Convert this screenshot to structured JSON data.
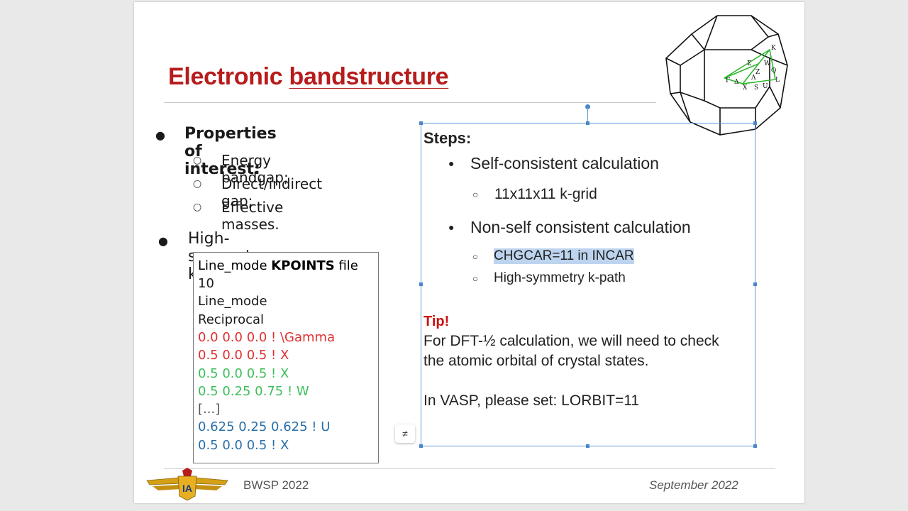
{
  "slide": {
    "title_word1": "Electronic",
    "title_word2": "bandstructure"
  },
  "left": {
    "bullet1": "Properties of interest:",
    "sub1": "Energy bandgap;",
    "sub2": "Direct/indirect gap;",
    "sub3": "Effective masses.",
    "bullet2": "High-symmetry k-path:"
  },
  "kpoints": {
    "line1_pre": "Line_mode ",
    "line1_bold": "KPOINTS",
    "line1_post": " file",
    "lines": [
      {
        "text": "10",
        "color": "#1a1a1a"
      },
      {
        "text": "Line_mode",
        "color": "#1a1a1a"
      },
      {
        "text": "Reciprocal",
        "color": "#1a1a1a"
      },
      {
        "text": "0.0 0.0 0.0 ! \\Gamma",
        "color": "#e03030"
      },
      {
        "text": "0.5 0.0 0.5 ! X",
        "color": "#e03030"
      },
      {
        "text": "0.5 0.0 0.5 ! X",
        "color": "#3cbf5a"
      },
      {
        "text": "0.5 0.25 0.75 ! W",
        "color": "#3cbf5a"
      },
      {
        "text": "[...]",
        "color": "#555555"
      },
      {
        "text": "0.625 0.25 0.625 ! U",
        "color": "#2a6fa8"
      },
      {
        "text": "0.5 0.0 0.5 ! X",
        "color": "#2a6fa8"
      }
    ]
  },
  "steps": {
    "heading": "Steps:",
    "item1": "Self-consistent calculation",
    "item1_sub": "11x11x11 k-grid",
    "item2": "Non-self consistent calculation",
    "item2_sub1": "CHGCAR=11 in INCAR",
    "item2_sub2": "High-symmetry k-path",
    "tip_label": "Tip!",
    "tip_line1": "For DFT-½ calculation, we will need to check",
    "tip_line2": "the atomic orbital of crystal states.",
    "tip_line3": "In VASP, please set: LORBIT=11"
  },
  "brillouin_labels": [
    "K",
    "W",
    "Q",
    "L",
    "U",
    "S",
    "X",
    "Σ",
    "Δ",
    "Λ",
    "Γ",
    "Z"
  ],
  "footer": {
    "left": "BWSP 2022",
    "right": "September 2022"
  },
  "colors": {
    "title": "#b71c1c",
    "selection_border": "#5b9bd5",
    "path_green": "#2db82d"
  }
}
